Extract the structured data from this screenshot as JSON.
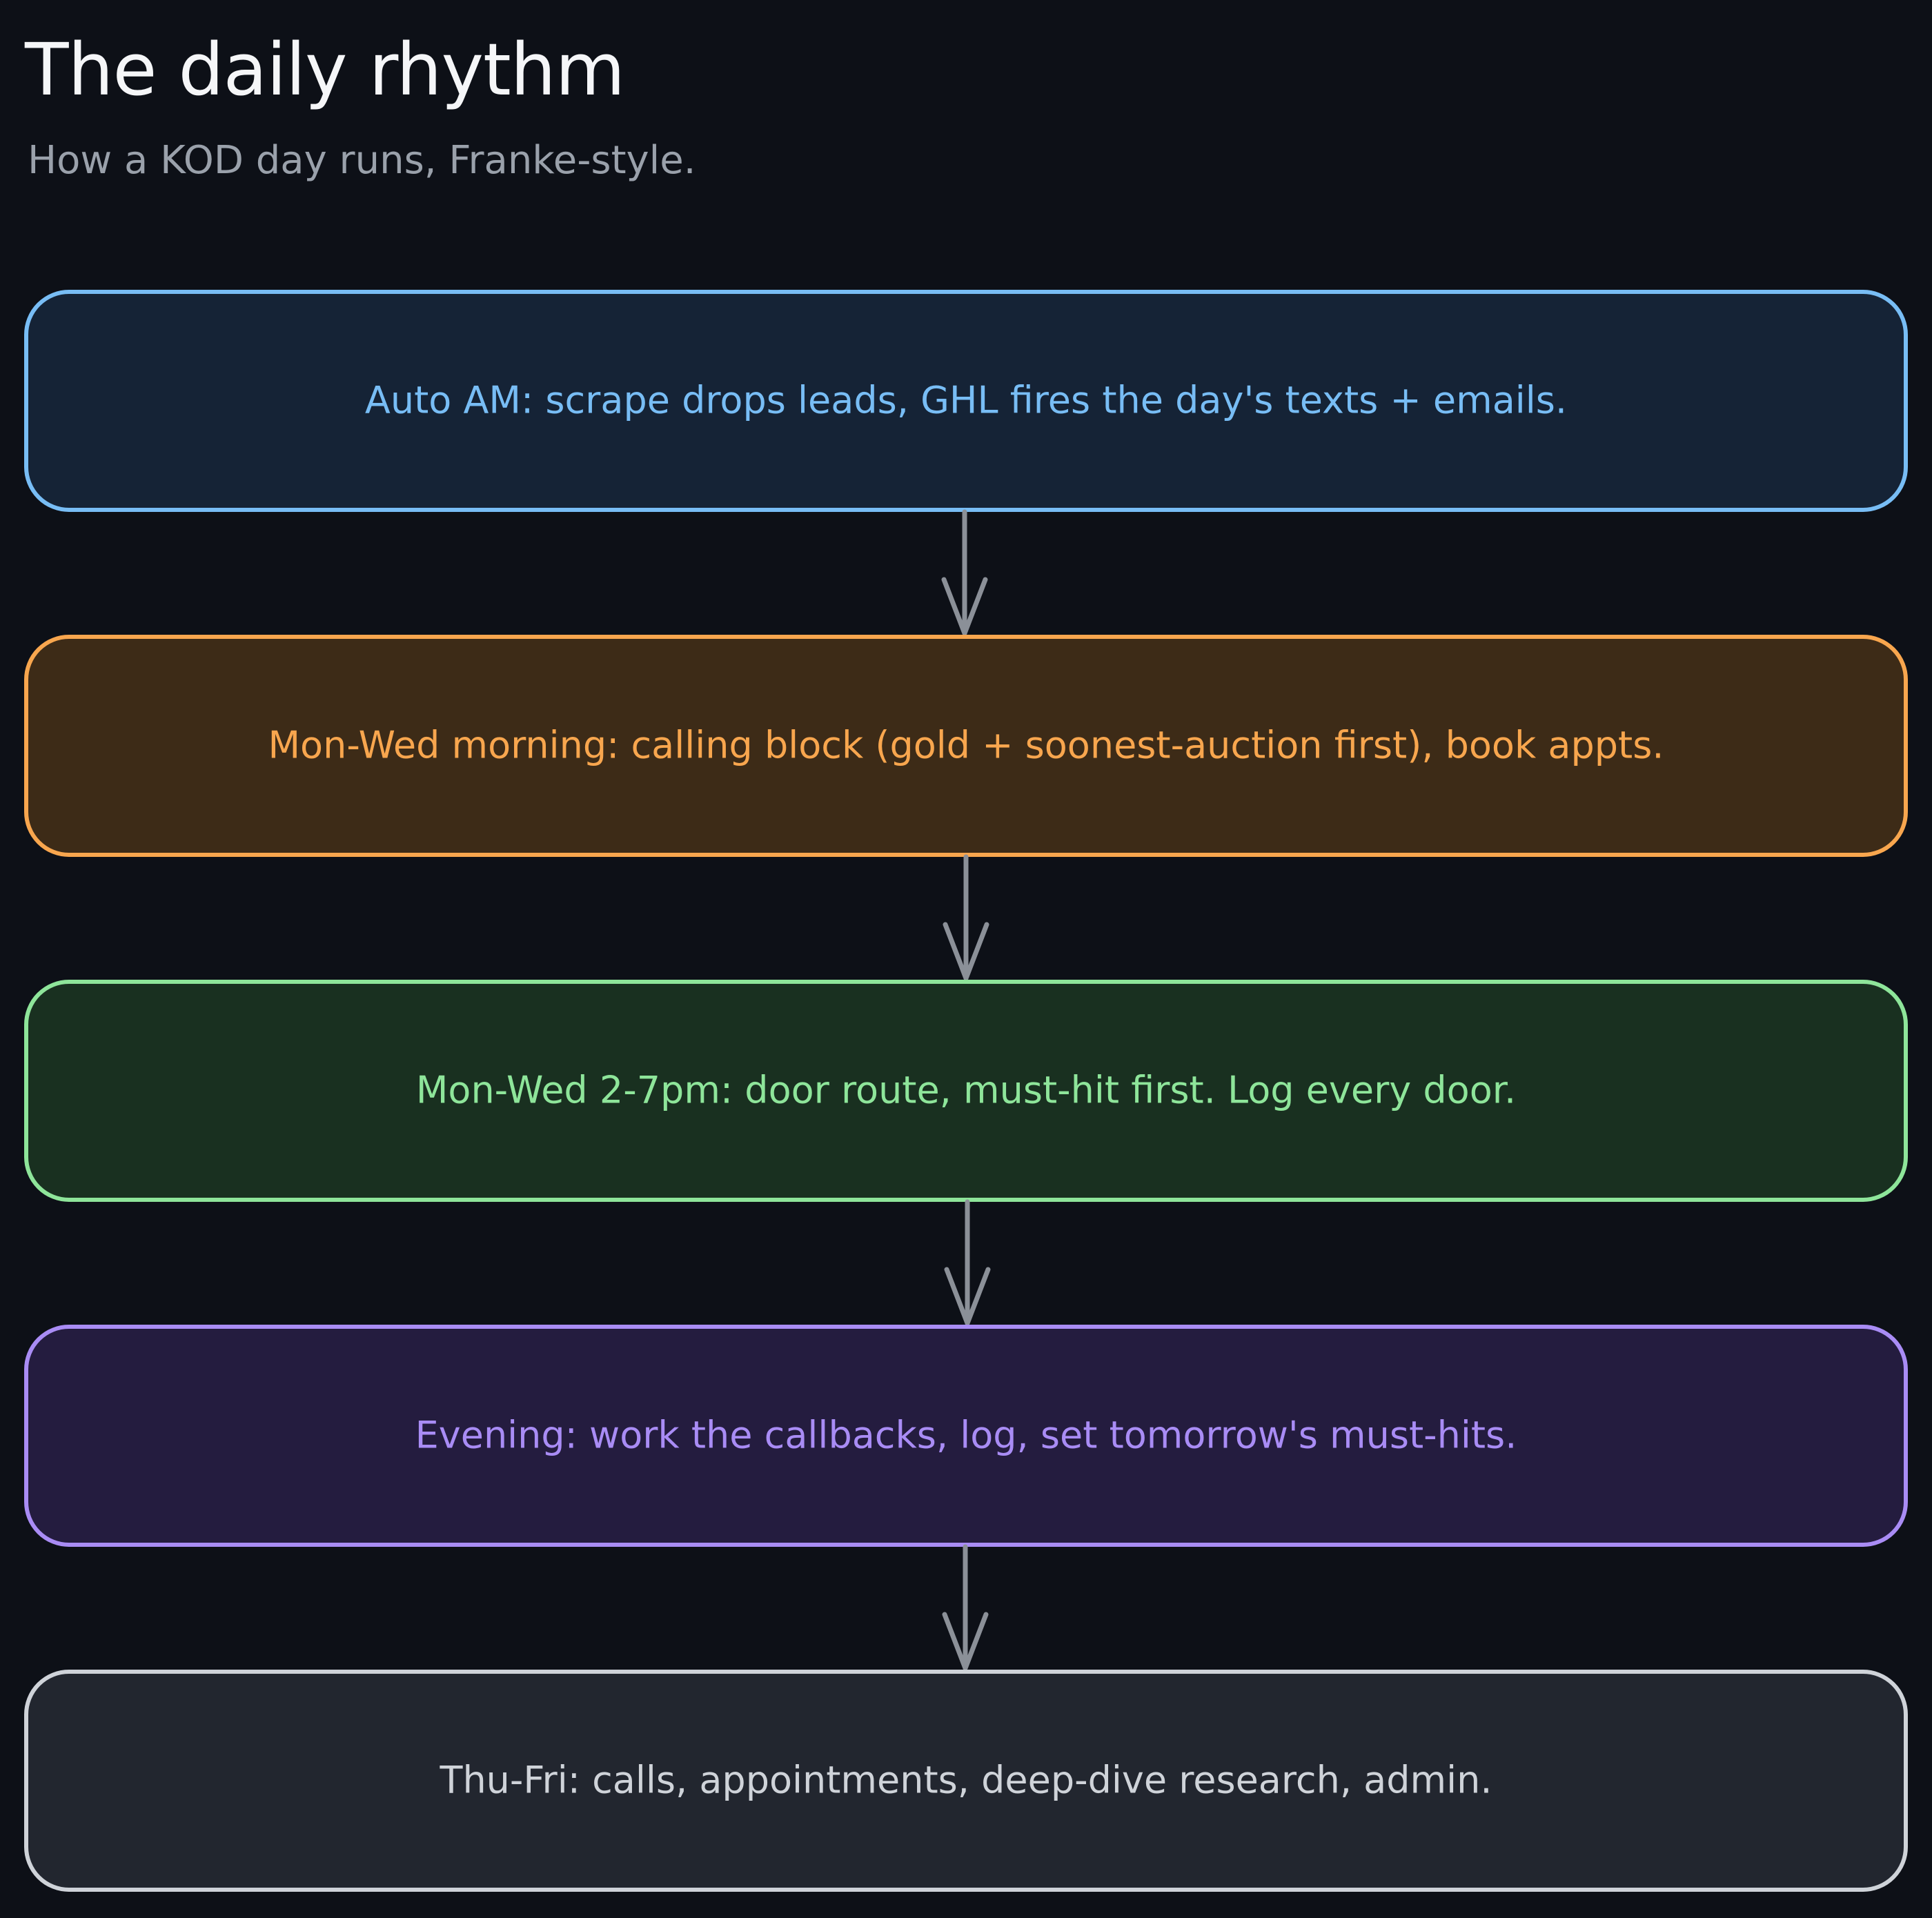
{
  "header": {
    "title": "The daily rhythm",
    "subtitle": "How a KOD day runs, Franke-style."
  },
  "colors": {
    "background": "#0d1017",
    "arrow": "#8b9098"
  },
  "steps": [
    {
      "label": "Auto AM: scrape drops leads, GHL fires the day's texts + emails.",
      "stroke": "#78bdf5",
      "fill": "#152336",
      "text_color": "#78bdf5"
    },
    {
      "label": "Mon-Wed morning: calling block (gold + soonest-auction first), book appts.",
      "stroke": "#f8a64e",
      "fill": "#3d2b17",
      "text_color": "#f8a64e"
    },
    {
      "label": "Mon-Wed 2-7pm: door route, must-hit first. Log every door.",
      "stroke": "#8ee59a",
      "fill": "#193020",
      "text_color": "#8ee59a"
    },
    {
      "label": "Evening: work the callbacks, log, set tomorrow's must-hits.",
      "stroke": "#a98cf5",
      "fill": "#241c3f",
      "text_color": "#a98cf5"
    },
    {
      "label": "Thu-Fri: calls, appointments, deep-dive research, admin.",
      "stroke": "#cfd3d9",
      "fill": "#22262f",
      "text_color": "#cfd3d9"
    }
  ]
}
